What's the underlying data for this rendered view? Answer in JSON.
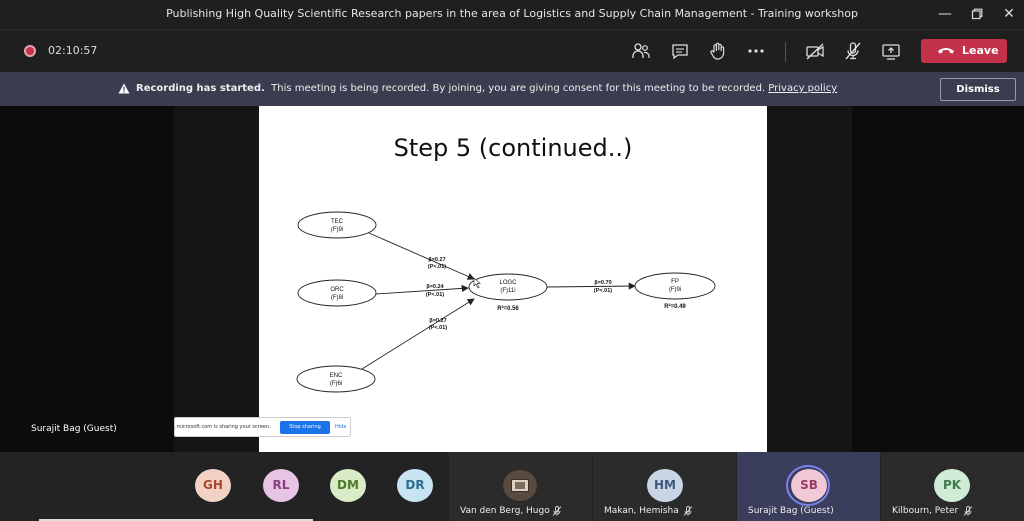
{
  "window": {
    "title": "Publishing High Quality Scientific Research papers in the area of Logistics and Supply Chain Management - Training workshop",
    "controls": [
      "minimize-icon",
      "maximize-icon",
      "close-icon"
    ]
  },
  "toolbar": {
    "timer": "02:10:57",
    "leave_label": "Leave",
    "icons": [
      "participants-icon",
      "chat-icon",
      "raise-hand-icon",
      "more-options-icon",
      "camera-off-icon",
      "mic-off-icon",
      "share-screen-icon"
    ],
    "colors": {
      "leave": "#c4314b",
      "bar": "#1f1f1f"
    }
  },
  "banner": {
    "bold": "Recording has started.",
    "text": "This meeting is being recorded. By joining, you are giving consent for this meeting to be recorded.",
    "link": "Privacy policy",
    "dismiss_label": "Dismiss"
  },
  "slide": {
    "title": "Step 5 (continued..)",
    "nodes": [
      {
        "id": "tec",
        "name": "TEC",
        "sub": "(F)9i"
      },
      {
        "id": "orc",
        "name": "ORC",
        "sub": "(F)8i"
      },
      {
        "id": "enc",
        "name": "ENC",
        "sub": "(F)6i"
      },
      {
        "id": "logc",
        "name": "LOGC",
        "sub": "(F)11i",
        "r2": "R²=0.56"
      },
      {
        "id": "fp",
        "name": "FP",
        "sub": "(F)9i",
        "r2": "R²=0.49"
      }
    ],
    "paths": [
      {
        "from": "tec",
        "to": "logc",
        "beta": "β=0.27",
        "p": "(P<.01)"
      },
      {
        "from": "orc",
        "to": "logc",
        "beta": "β=0.24",
        "p": "(P<.01)"
      },
      {
        "from": "enc",
        "to": "logc",
        "beta": "β=0.27",
        "p": "(P<.01)"
      },
      {
        "from": "logc",
        "to": "fp",
        "beta": "β=0.70",
        "p": "(P<.01)"
      }
    ]
  },
  "presenter_label": "Surajit Bag (Guest)",
  "share_bar": {
    "text": ".microsoft.com is sharing your screen.",
    "stop_label": "Stop sharing",
    "hide_label": "Hide"
  },
  "participants": {
    "avatars": [
      {
        "initials": "GH",
        "color": "#f3d2c6",
        "text": "#a6462b"
      },
      {
        "initials": "RL",
        "color": "#e7c4e4",
        "text": "#8a3f84"
      },
      {
        "initials": "DM",
        "color": "#d9ecc7",
        "text": "#4c7a2a"
      },
      {
        "initials": "DR",
        "color": "#c9e4f1",
        "text": "#2d6e8e"
      }
    ],
    "tiles": [
      {
        "name": "Van den Berg, Hugo",
        "initials": "",
        "photo": true
      },
      {
        "name": "Makan, Hemisha",
        "initials": "HM",
        "color": "#c7d5e4",
        "text": "#3d5a7a"
      },
      {
        "name": "Surajit Bag (Guest)",
        "initials": "SB",
        "color": "#f0c8d8",
        "text": "#9a3a62",
        "active": true
      },
      {
        "name": "Kilbourn, Peter",
        "initials": "PK",
        "color": "#d1ecd6",
        "text": "#3f7a4d"
      }
    ]
  }
}
